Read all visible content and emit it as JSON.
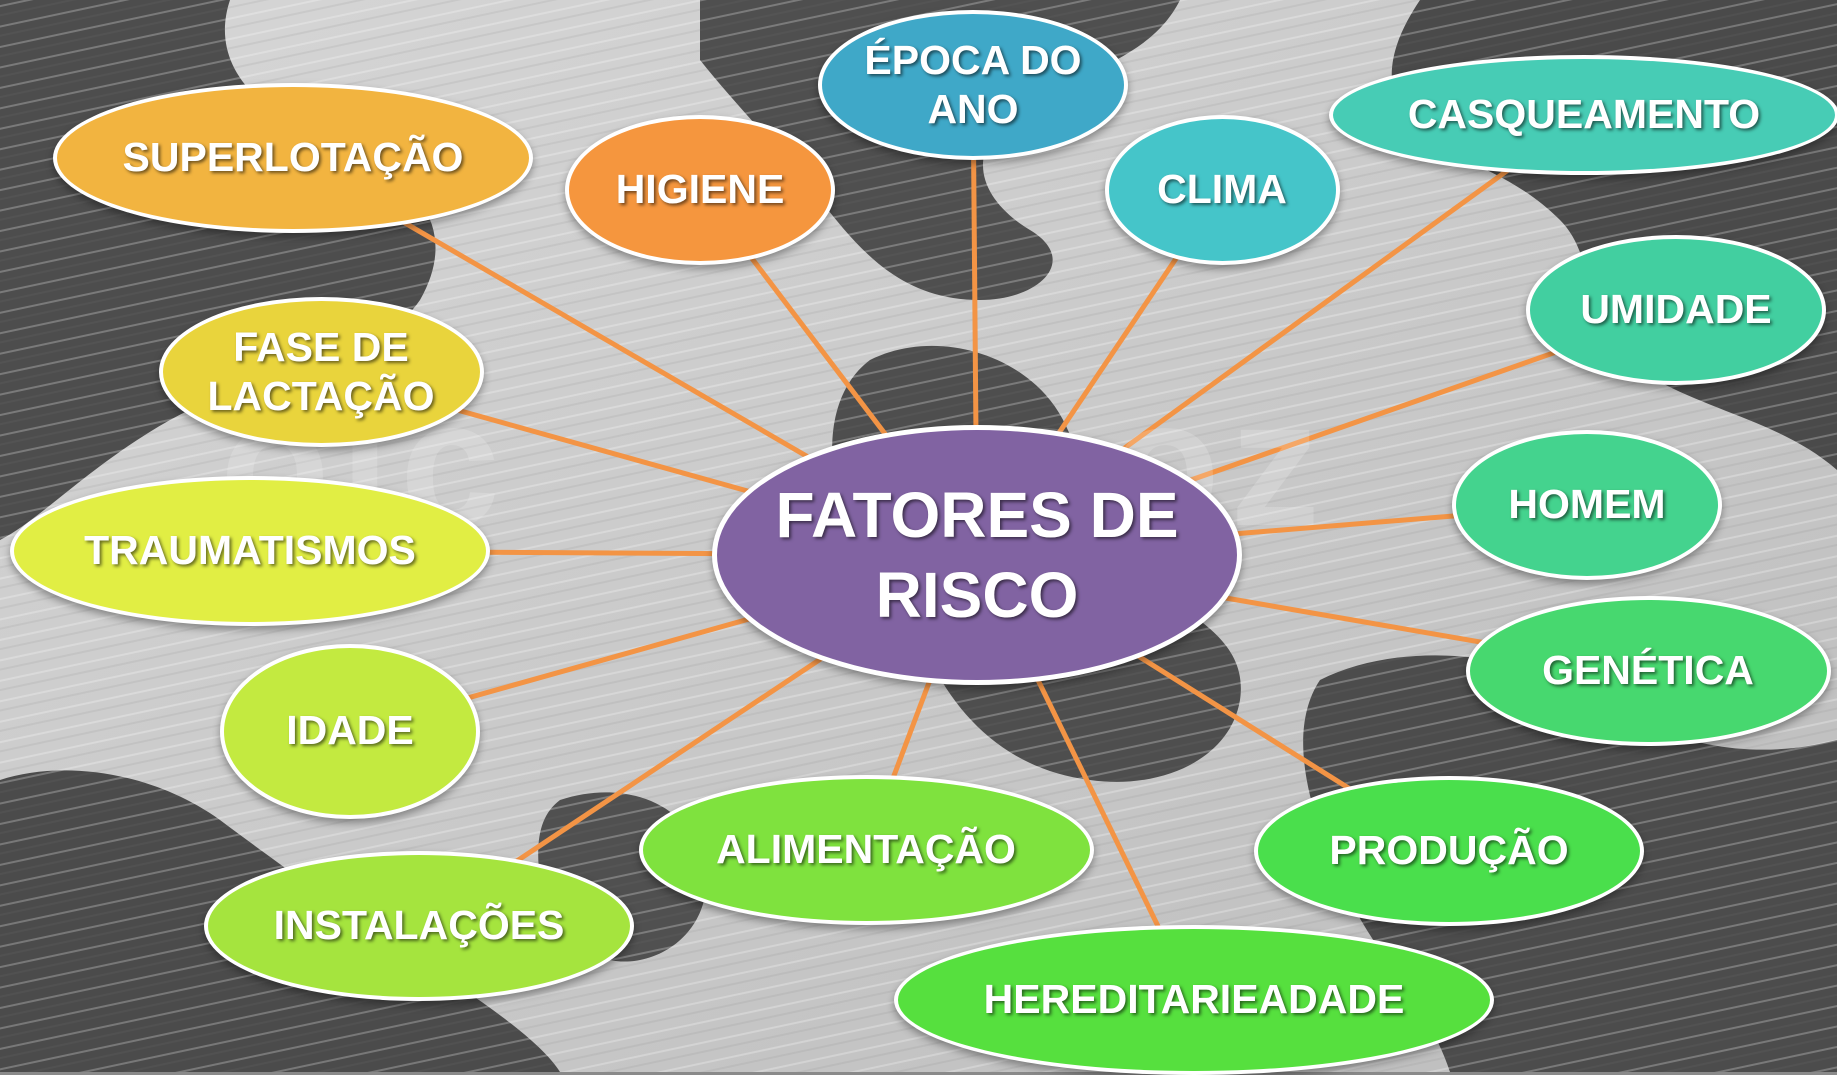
{
  "diagram": {
    "type": "mind-map",
    "center": {
      "label": "FATORES DE\nRISCO",
      "color": "#8163a2"
    },
    "nodes": [
      {
        "id": "superlotacao",
        "label": "SUPERLOTAÇÃO",
        "color": "#f2b440"
      },
      {
        "id": "higiene",
        "label": "HIGIENE",
        "color": "#f5963e"
      },
      {
        "id": "epoca",
        "label": "ÉPOCA DO\nANO",
        "color": "#3fa8c8"
      },
      {
        "id": "clima",
        "label": "CLIMA",
        "color": "#45c5c9"
      },
      {
        "id": "casqueamento",
        "label": "CASQUEAMENTO",
        "color": "#47ccb5"
      },
      {
        "id": "umidade",
        "label": "UMIDADE",
        "color": "#42cfa0"
      },
      {
        "id": "homem",
        "label": "HOMEM",
        "color": "#44d38e"
      },
      {
        "id": "genetica",
        "label": "GENÉTICA",
        "color": "#47d86f"
      },
      {
        "id": "producao",
        "label": "PRODUÇÃO",
        "color": "#4adf4c"
      },
      {
        "id": "hereditariedade",
        "label": "HEREDITARIEADADE",
        "color": "#56e03e"
      },
      {
        "id": "alimentacao",
        "label": "ALIMENTAÇÃO",
        "color": "#7fe23e"
      },
      {
        "id": "instalacoes",
        "label": "INSTALAÇÕES",
        "color": "#a5e43e"
      },
      {
        "id": "idade",
        "label": "IDADE",
        "color": "#c3ea40"
      },
      {
        "id": "traumatismos",
        "label": "TRAUMATISMOS",
        "color": "#e1ee44"
      },
      {
        "id": "fase-lactacao",
        "label": "FASE DE\nLACTAÇÃO",
        "color": "#e9d43c"
      }
    ],
    "connector_color": "#f39445"
  }
}
